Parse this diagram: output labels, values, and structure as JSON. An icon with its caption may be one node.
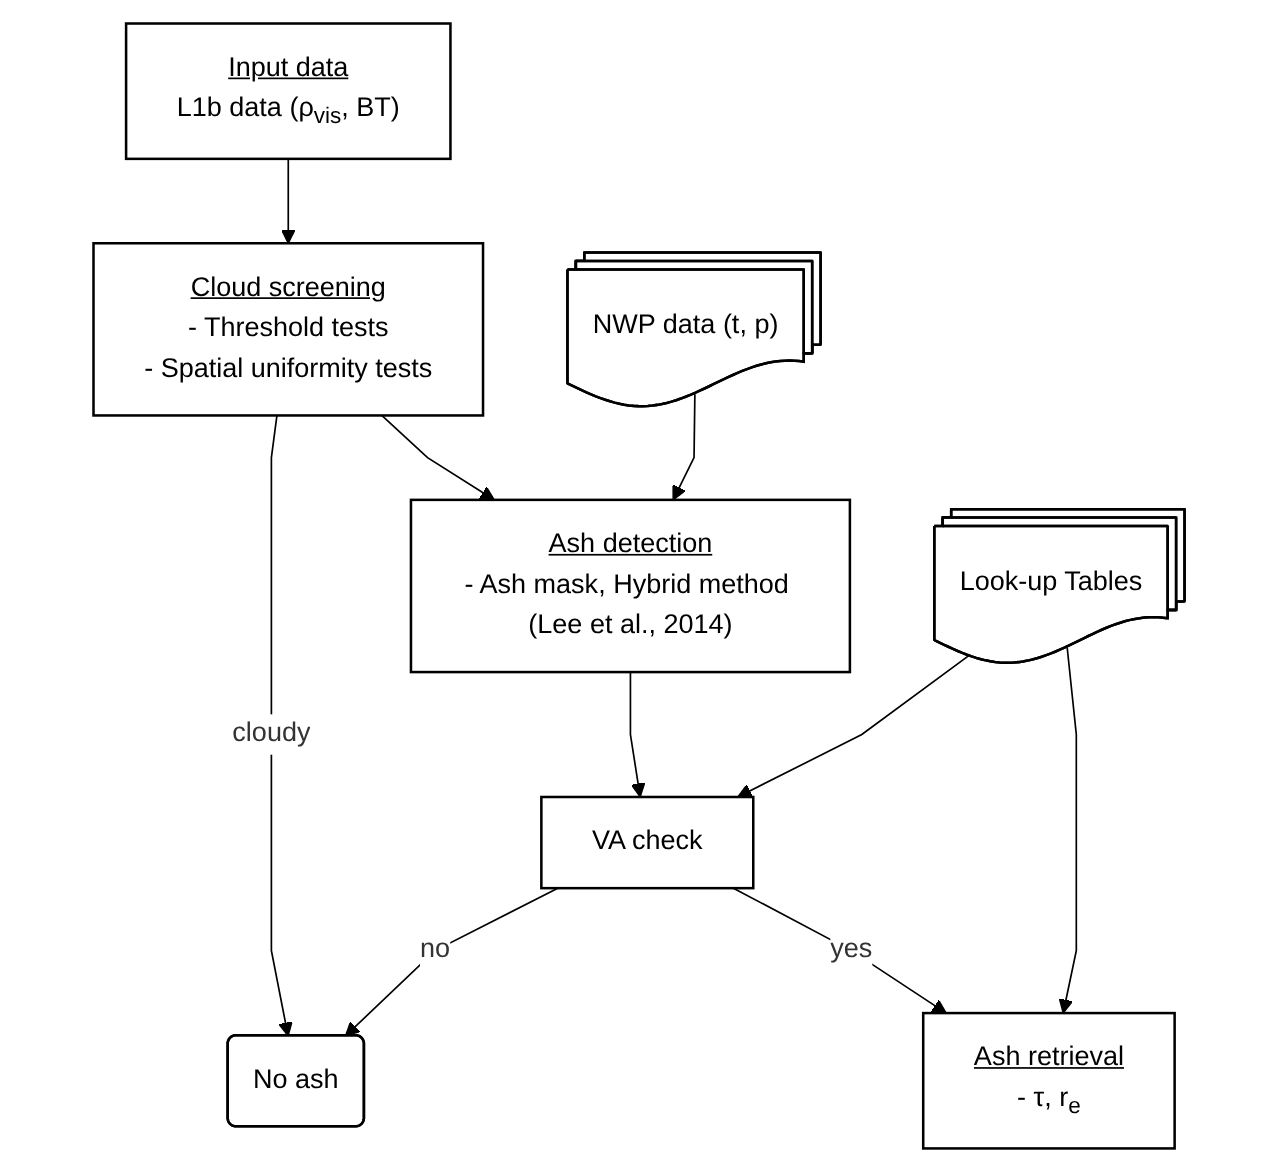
{
  "diagram": {
    "nodes": [
      {
        "text": [
          "Input data",
          "L1b data (ρ$_{vis}$, BT)"
        ]
      },
      {
        "text": [
          "Cloud screening",
          "- Threshold tests",
          "- Spatial uniformity tests"
        ]
      },
      {
        "text": [
          "No ash"
        ]
      },
      {
        "text": [
          "NWP data (t, p)"
        ]
      },
      {
        "text": [
          "Ash detection",
          "- Ash mask, Hybrid method (Lee et al., 2014)"
        ]
      },
      {
        "text": [
          "Look-up Tables"
        ]
      },
      {
        "text": [
          "VA check"
        ]
      },
      {
        "text": [
          "Ash retrieval",
          "- τ, r$_{e}$"
        ]
      }
    ],
    "edges": [
      {
        "from": 0,
        "to": 1,
        "arrow": "to"
      },
      {
        "from": 1,
        "to": 2,
        "arrow": "to",
        "label": "cloudy"
      },
      {
        "from": 1,
        "to": 4,
        "arrow": "to"
      },
      {
        "from": 3,
        "to": 4,
        "arrow": "to"
      },
      {
        "from": 4,
        "to": 6,
        "arrow": "to"
      },
      {
        "from": 5,
        "to": 6,
        "arrow": "to"
      },
      {
        "from": 6,
        "to": 2,
        "arrow": "to",
        "label": "no"
      },
      {
        "from": 6,
        "to": 7,
        "arrow": "to",
        "label": "yes"
      },
      {
        "from": 5,
        "to": 7,
        "arrow": "to"
      }
    ]
  }
}
